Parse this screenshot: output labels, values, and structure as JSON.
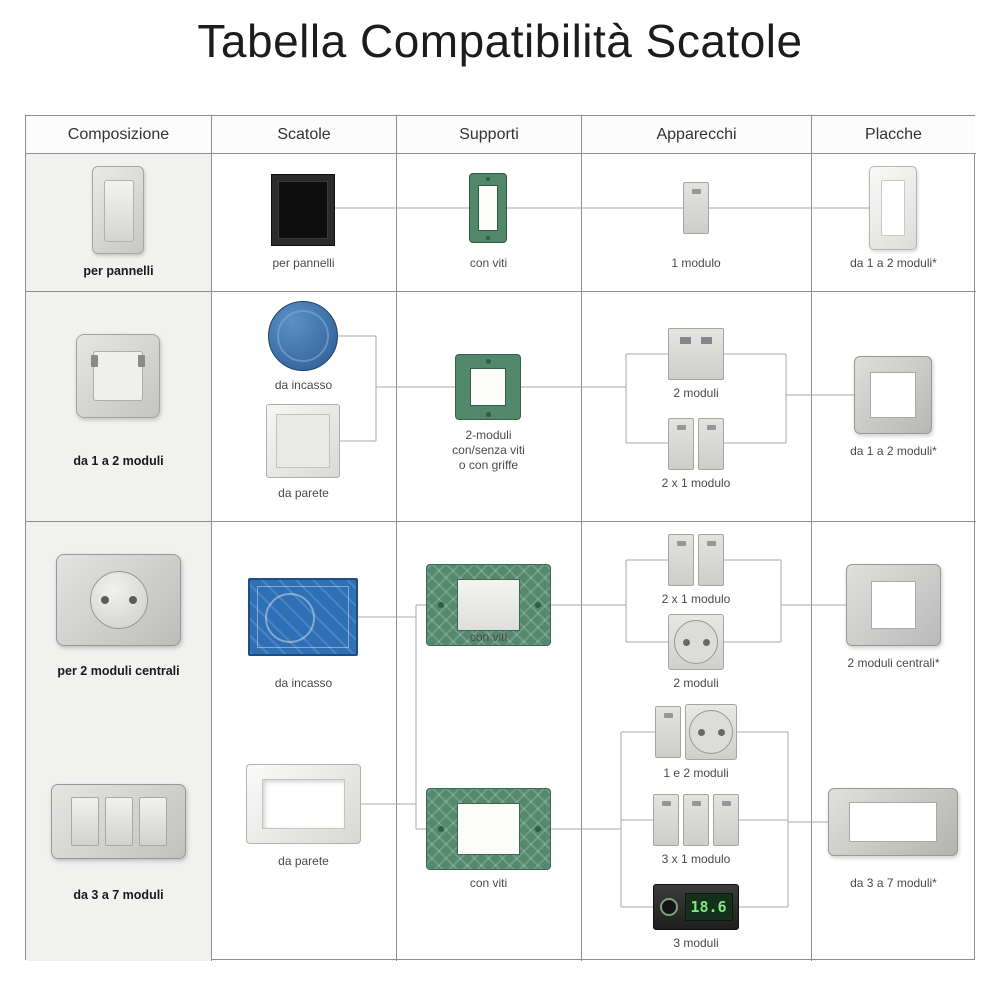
{
  "title": "Tabella Compatibilità Scatole",
  "header": {
    "col1": "Composizione",
    "col2": "Scatole",
    "col3": "Supporti",
    "col4": "Apparecchi",
    "col5": "Placche"
  },
  "row1": {
    "composizione": "per pannelli",
    "scatola": "per pannelli",
    "supporto": "con viti",
    "apparecchio": "1 modulo",
    "placca": "da 1 a 2 moduli*"
  },
  "row2": {
    "composizione": "da 1 a 2 moduli",
    "scatola_incasso": "da incasso",
    "scatola_parete": "da parete",
    "supporto_line1": "2-moduli",
    "supporto_line2": "con/senza viti",
    "supporto_line3": "o con griffe",
    "apparecchio_2moduli": "2 moduli",
    "apparecchio_2x1": "2 x 1 modulo",
    "placca": "da 1 a 2 moduli*"
  },
  "row3": {
    "composizione_top": "per 2 moduli centrali",
    "composizione_bottom": "da 3 a 7 moduli",
    "scatola_incasso": "da incasso",
    "scatola_parete": "da parete",
    "supporto_top": "con viti",
    "supporto_bottom": "con viti",
    "apparecchio_2x1": "2 x 1 modulo",
    "apparecchio_2moduli": "2 moduli",
    "apparecchio_1e2": "1 e 2 moduli",
    "apparecchio_3x1": "3 x 1 modulo",
    "apparecchio_3moduli": "3 moduli",
    "thermostat_display": "18.6",
    "placca_top": "2 moduli centrali*",
    "placca_bottom": "da 3 a 7 moduli*"
  },
  "colors": {
    "support_green": "#52876A",
    "box_blue": "#2F6FB5",
    "lcd_green": "#7FE87F"
  }
}
